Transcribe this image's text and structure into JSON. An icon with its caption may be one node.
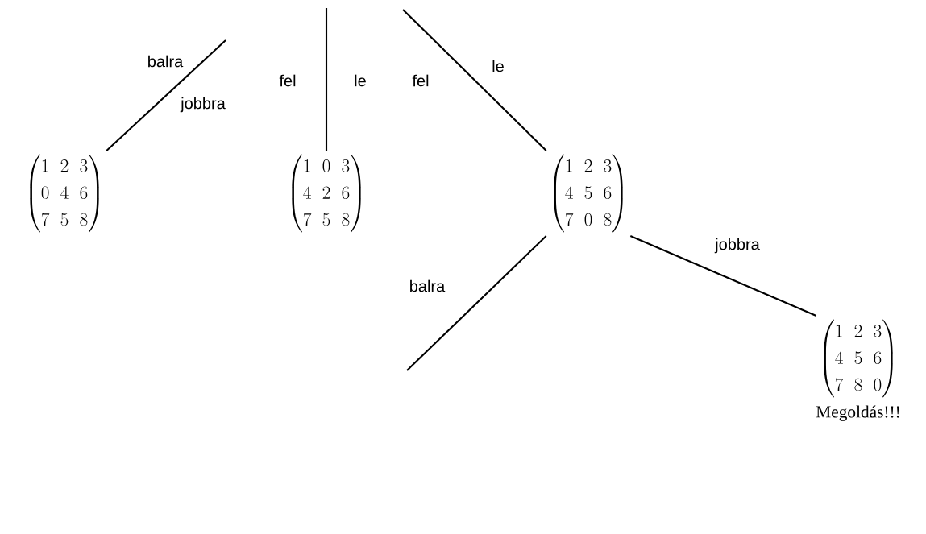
{
  "diagram": {
    "nodes": [
      {
        "text": [
          "\\begin{pmatrix}1&2&3\\\\0&4&6\\\\7&5&8\\end{pmatrix}"
        ]
      },
      {
        "text": [
          "\\begin{pmatrix}1&0&3\\\\4&2&6\\\\7&5&8\\end{pmatrix}"
        ]
      },
      {
        "text": [
          "\\begin{pmatrix}1&2&3\\\\4&5&6\\\\7&0&8\\end{pmatrix}"
        ]
      },
      {
        "text": [
          "\\begin{pmatrix}1&2&3\\\\4&5&6\\\\7&8&0\\end{pmatrix}"
        ],
        "beside": [
          "Megoldás!!!"
        ]
      }
    ],
    "edges": [
      {
        "from": null,
        "to": 0,
        "arrow": "none",
        "label": "balra"
      },
      {
        "from": null,
        "to": 1,
        "arrow": "none",
        "label": "fel"
      },
      {
        "from": null,
        "to": 2,
        "arrow": "none",
        "label": "fel"
      },
      {
        "from": 2,
        "to": null,
        "arrow": "none",
        "label": "balra"
      },
      {
        "from": 2,
        "to": 3,
        "arrow": "none",
        "label": "jobbra"
      }
    ],
    "labels": [
      "jobbra",
      "le",
      "le"
    ]
  }
}
